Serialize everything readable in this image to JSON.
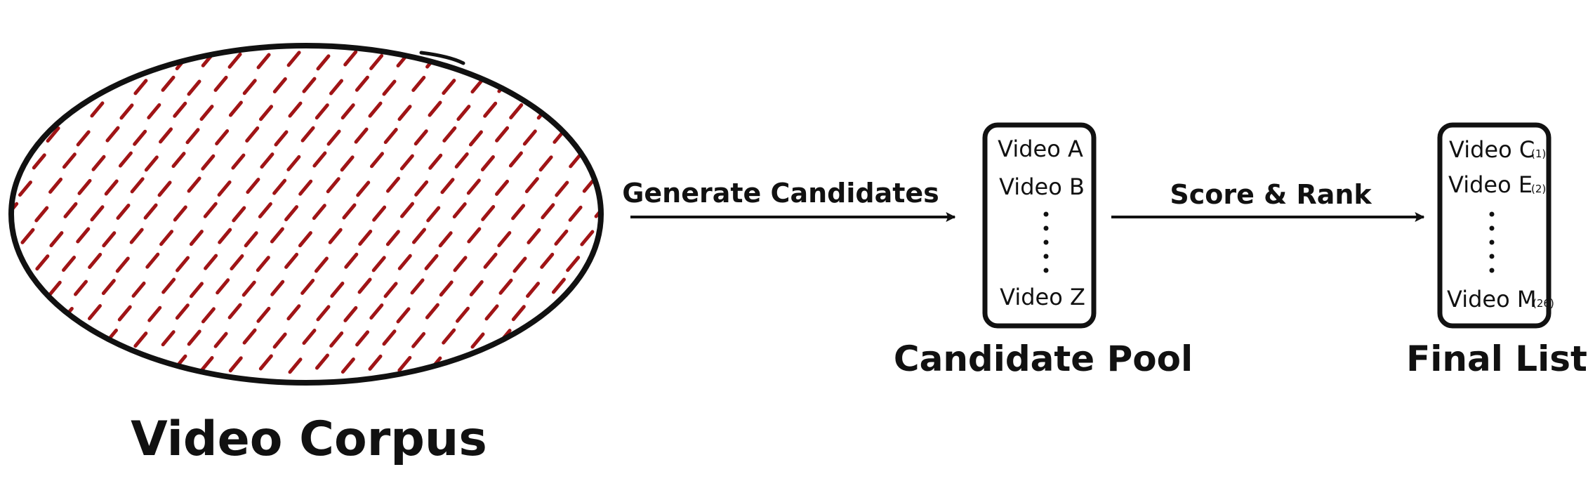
{
  "colors": {
    "ink": "#111111",
    "hatch": "#a01416",
    "background": "#ffffff"
  },
  "corpus": {
    "label": "Video Corpus"
  },
  "arrows": {
    "generate_label": "Generate Candidates",
    "score_label": "Score & Rank"
  },
  "candidate_pool": {
    "label": "Candidate Pool",
    "items": [
      {
        "text": "Video A"
      },
      {
        "text": "Video B"
      }
    ],
    "ellipsis": ":",
    "last_item": {
      "text": "Video Z"
    }
  },
  "final_list": {
    "label": "Final List",
    "items": [
      {
        "text": "Video C",
        "rank": "(1)"
      },
      {
        "text": "Video E",
        "rank": "(2)"
      }
    ],
    "ellipsis": ":",
    "last_item": {
      "text": "Video M",
      "rank": "(26)"
    }
  }
}
